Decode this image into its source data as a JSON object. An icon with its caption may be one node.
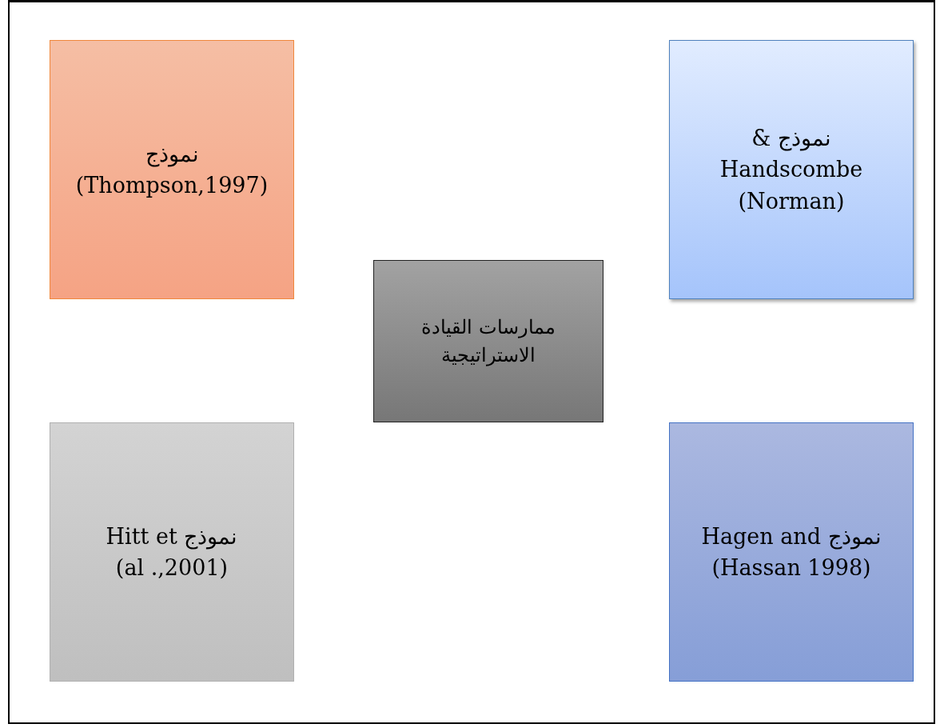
{
  "diagram": {
    "nodes": [
      {
        "text": [
          "نموذج",
          "(Thompson,1997)"
        ]
      },
      {
        "text": [
          "نموذج & Handscombe",
          "(Norman)"
        ]
      },
      {
        "text": [
          "ممارسات القيادة الاستراتيجية"
        ]
      },
      {
        "text": [
          "نموذج Hitt et",
          "(al .,2001)"
        ]
      },
      {
        "text": [
          "نموذج Hagen and",
          "(Hassan 1998)"
        ]
      }
    ]
  }
}
